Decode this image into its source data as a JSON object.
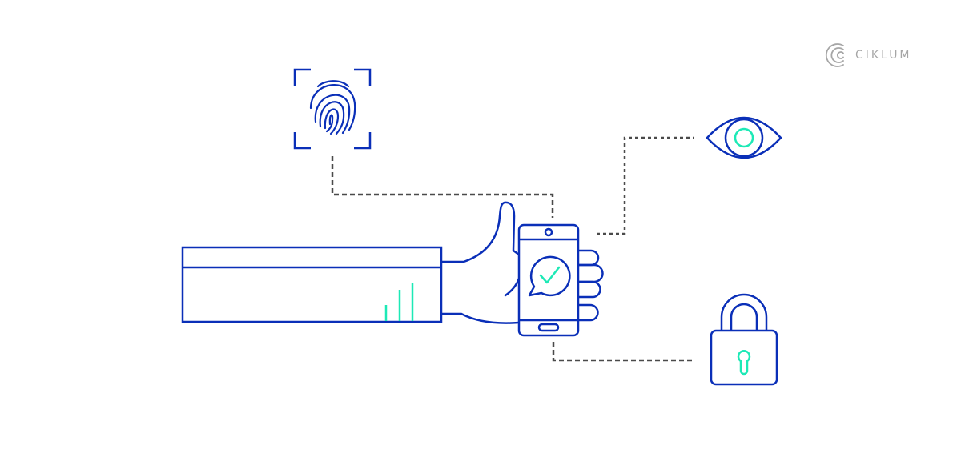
{
  "brand": {
    "name": "CIKLUM",
    "logo_icon": "ciklum-c-arcs-icon",
    "logo_color": "#a6a6a6"
  },
  "colors": {
    "primary_stroke": "#0a2fb8",
    "accent": "#1de9b6",
    "connector": "#4a4a4a",
    "background": "#ffffff"
  },
  "diagram": {
    "center": {
      "label": "hand-holding-smartphone",
      "screen_icon": "chat-bubble-checkmark-icon"
    },
    "arm_signal_bars": [
      1,
      2,
      3
    ],
    "nodes": [
      {
        "id": "fingerprint",
        "icon": "fingerprint-scan-icon",
        "connector_to": "phone-top"
      },
      {
        "id": "eye",
        "icon": "eye-iris-scan-icon",
        "connector_to": "phone-right"
      },
      {
        "id": "lock",
        "icon": "padlock-icon",
        "connector_to": "phone-bottom"
      }
    ]
  }
}
